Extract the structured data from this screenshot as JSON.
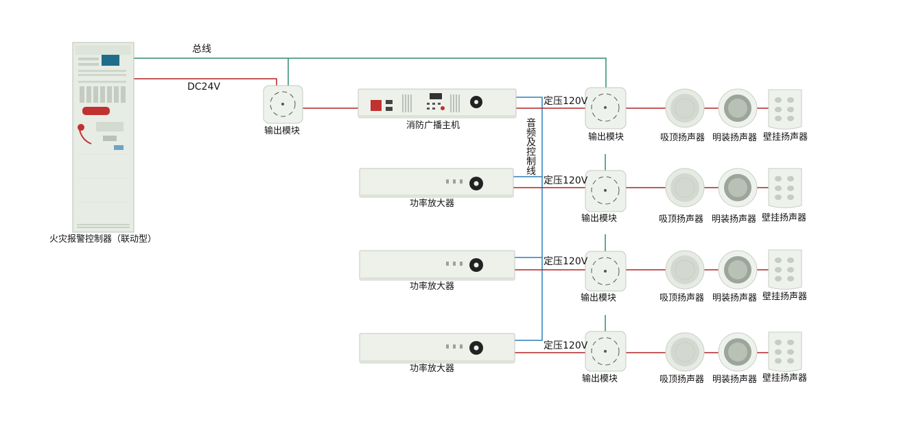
{
  "colors": {
    "bus_line": "#2e8b6e",
    "power_line": "#b02020",
    "audio_line": "#2a7fb5",
    "device_face": "#edf1ea"
  },
  "labels": {
    "bus": "总线",
    "dc24v": "DC24V",
    "audio_control": "音频及控制线",
    "controller": "火灾报警控制器（联动型）",
    "input_module": "输出模块",
    "broadcast_host": "消防广播主机",
    "amplifier": "功率放大器",
    "voltage": "定压120V",
    "ceiling_speaker": "吸顶扬声器",
    "surface_speaker": "明装扬声器",
    "wall_speaker": "壁挂扬声器"
  }
}
